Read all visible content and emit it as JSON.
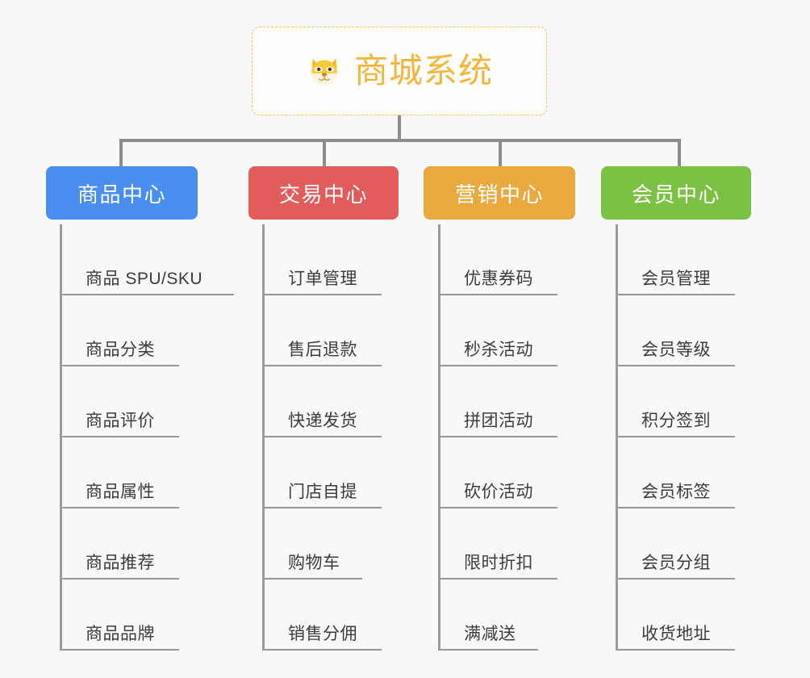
{
  "diagram": {
    "type": "mind-map",
    "background_color": "#f8f8f8",
    "line_color": "#8c8c8c"
  },
  "root": {
    "title": "商城系统",
    "icon": "dog-face-emoji",
    "emoji": "🐶",
    "text_color": "#f2b63c",
    "border_color": "#f0c14b",
    "background_color": "#fdfdfc"
  },
  "categories": [
    {
      "label": "商品中心",
      "color": "#4a8ef0",
      "items": [
        {
          "label": "商品 SPU/SKU"
        },
        {
          "label": "商品分类"
        },
        {
          "label": "商品评价"
        },
        {
          "label": "商品属性"
        },
        {
          "label": "商品推荐"
        },
        {
          "label": "商品品牌"
        }
      ]
    },
    {
      "label": "交易中心",
      "color": "#e25c5c",
      "items": [
        {
          "label": "订单管理"
        },
        {
          "label": "售后退款"
        },
        {
          "label": "快递发货"
        },
        {
          "label": "门店自提"
        },
        {
          "label": "购物车"
        },
        {
          "label": "销售分佣"
        }
      ]
    },
    {
      "label": "营销中心",
      "color": "#eaa93e",
      "items": [
        {
          "label": "优惠券码"
        },
        {
          "label": "秒杀活动"
        },
        {
          "label": "拼团活动"
        },
        {
          "label": "砍价活动"
        },
        {
          "label": "限时折扣"
        },
        {
          "label": "满减送"
        }
      ]
    },
    {
      "label": "会员中心",
      "color": "#78c košice"
    }
  ]
}
